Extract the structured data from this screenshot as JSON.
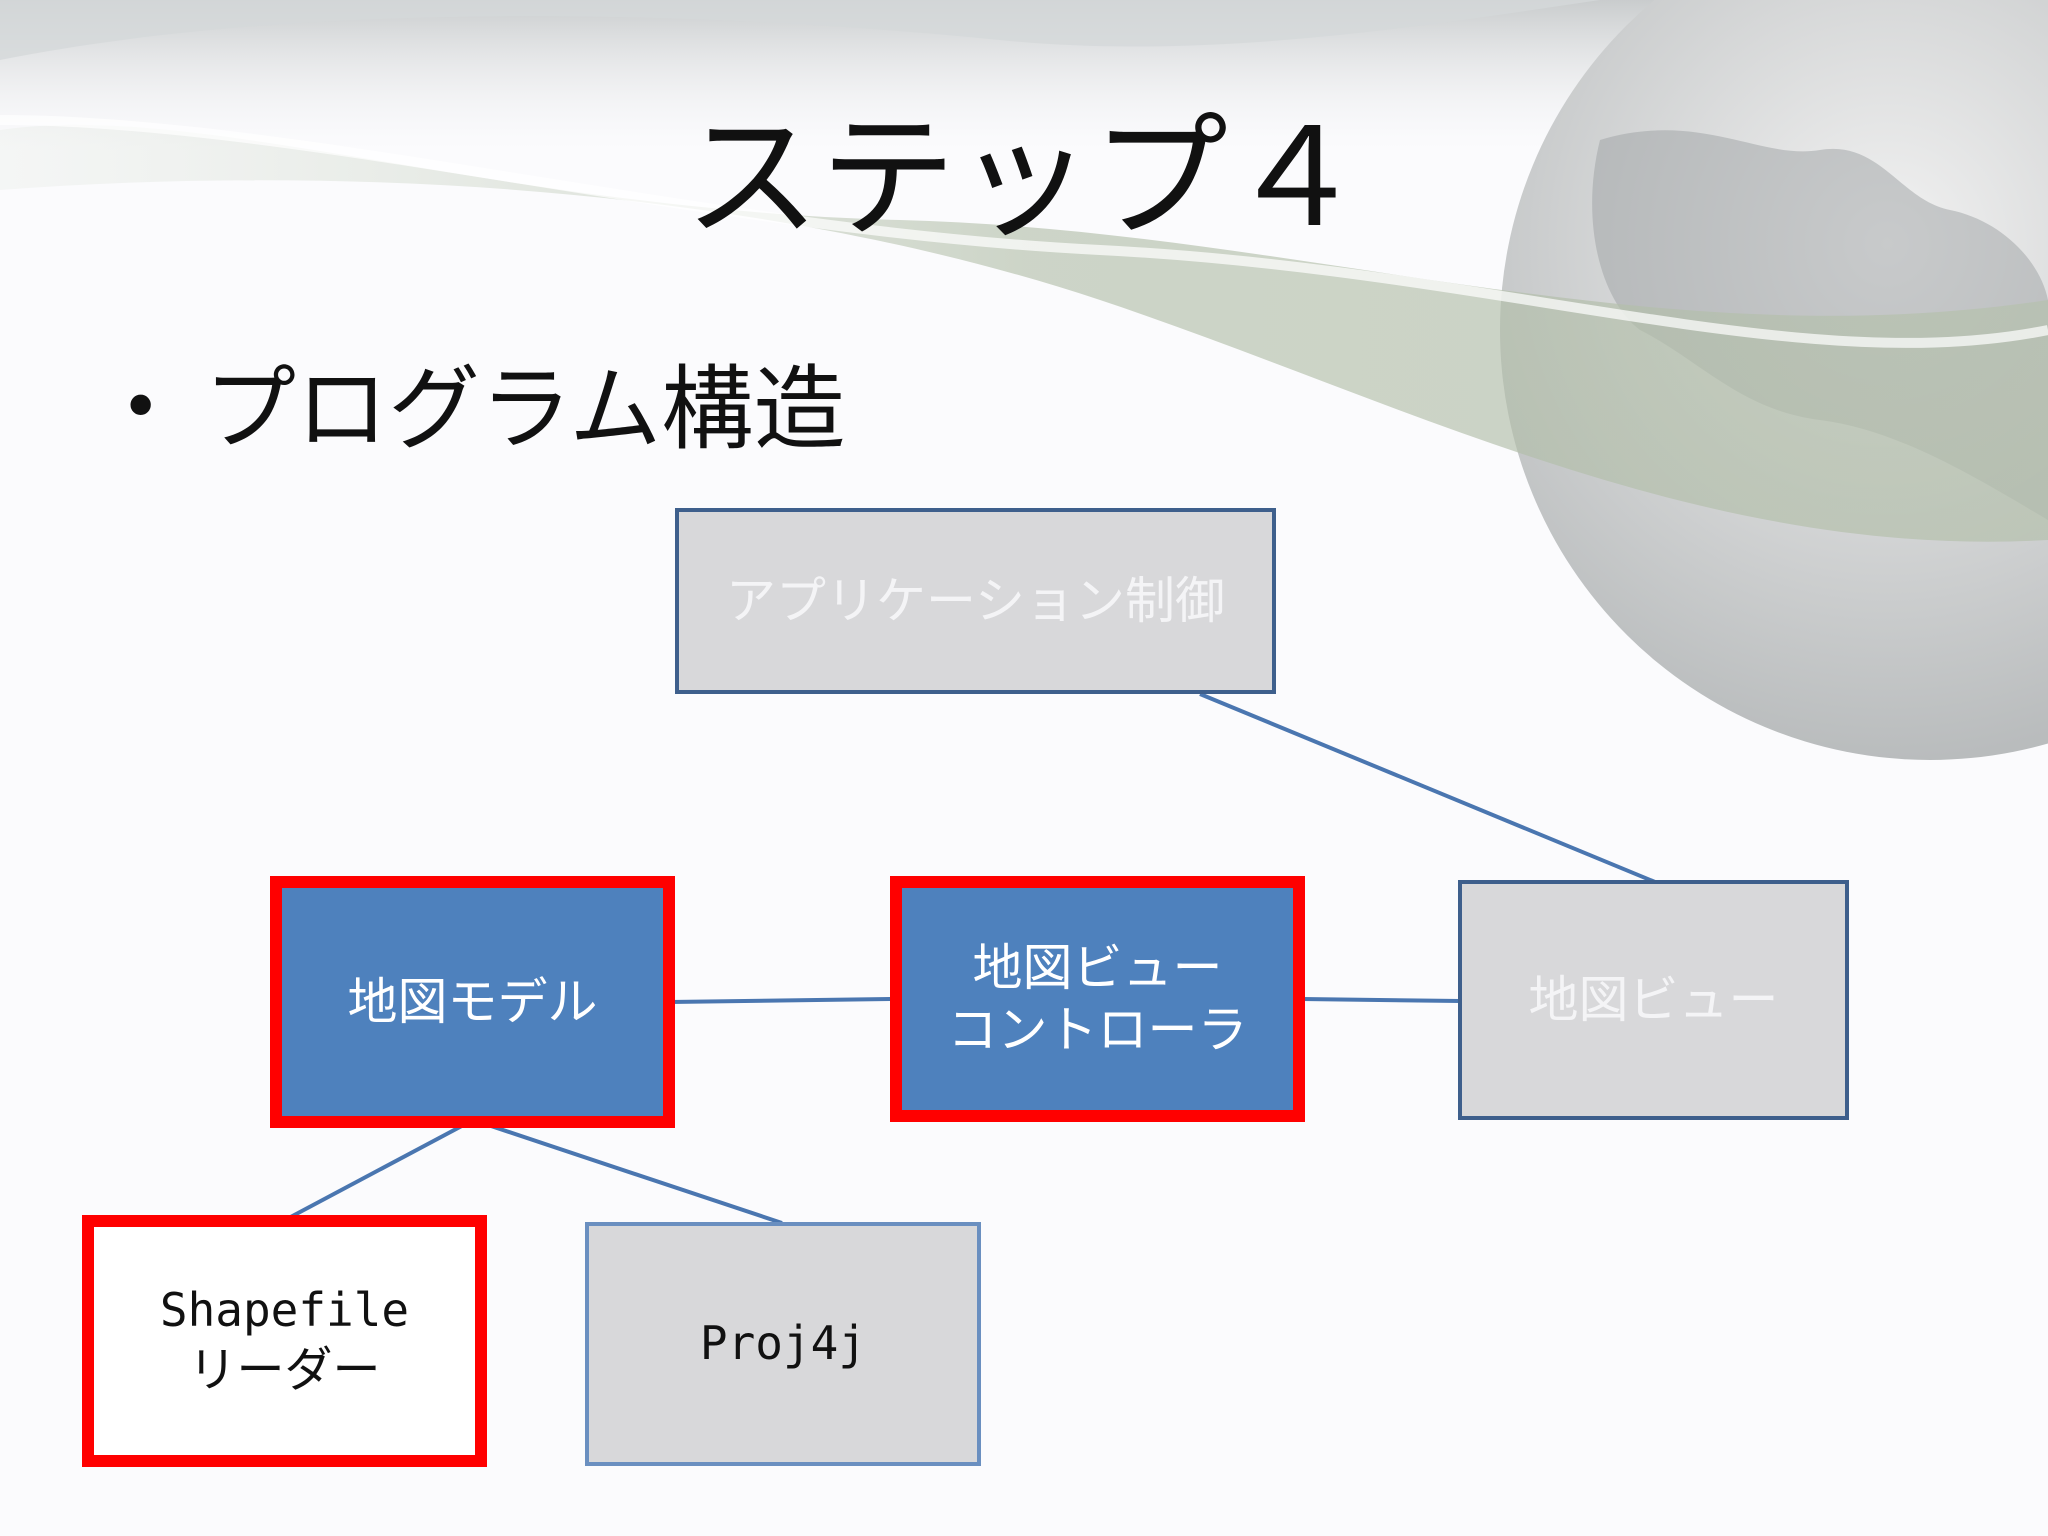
{
  "slide": {
    "title": "ステップ４",
    "bullet": "プログラム構造"
  },
  "diagram": {
    "app_control": "アプリケーション制御",
    "map_model": "地図モデル",
    "map_view_controller": [
      "地図ビュー",
      "コントローラ"
    ],
    "map_view": "地図ビュー",
    "shapefile_reader": [
      "Shapefile",
      "リーダー"
    ],
    "proj4j": "Proj4j"
  },
  "colors": {
    "highlight_border": "#ff0000",
    "blue_fill": "#4e81bd",
    "gray_fill": "#d8d8da",
    "connector": "#4a76b0"
  }
}
